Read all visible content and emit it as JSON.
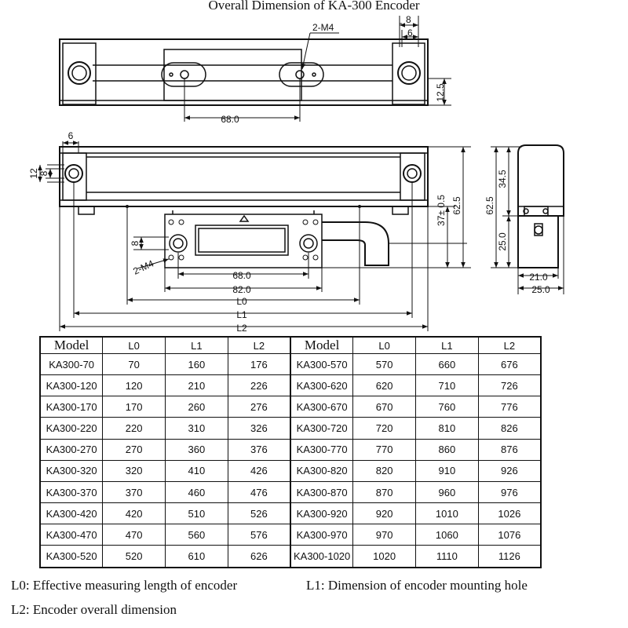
{
  "title": "Overall Dimension of KA-300 Encoder",
  "dimensions": {
    "top_hole": "2-M4",
    "top_w8": "8",
    "top_w6": "6",
    "top_h125": "12.5",
    "top_680": "68.0",
    "front_6": "6",
    "front_12": "12",
    "front_8": "8",
    "front_h8": "8",
    "front_hole": "2-M4",
    "front_680": "68.0",
    "front_820": "82.0",
    "L0": "L0",
    "L1": "L1",
    "L2": "L2",
    "front_37": "37± 0.5",
    "front_625": "62.5",
    "side_625": "62.5",
    "side_345": "34.5",
    "side_250v": "25.0",
    "side_210": "21.0",
    "side_250h": "25.0"
  },
  "table": {
    "headers": [
      "Model",
      "L0",
      "L1",
      "L2"
    ],
    "left_rows": [
      [
        "KA300-70",
        "70",
        "160",
        "176"
      ],
      [
        "KA300-120",
        "120",
        "210",
        "226"
      ],
      [
        "KA300-170",
        "170",
        "260",
        "276"
      ],
      [
        "KA300-220",
        "220",
        "310",
        "326"
      ],
      [
        "KA300-270",
        "270",
        "360",
        "376"
      ],
      [
        "KA300-320",
        "320",
        "410",
        "426"
      ],
      [
        "KA300-370",
        "370",
        "460",
        "476"
      ],
      [
        "KA300-420",
        "420",
        "510",
        "526"
      ],
      [
        "KA300-470",
        "470",
        "560",
        "576"
      ],
      [
        "KA300-520",
        "520",
        "610",
        "626"
      ]
    ],
    "right_rows": [
      [
        "KA300-570",
        "570",
        "660",
        "676"
      ],
      [
        "KA300-620",
        "620",
        "710",
        "726"
      ],
      [
        "KA300-670",
        "670",
        "760",
        "776"
      ],
      [
        "KA300-720",
        "720",
        "810",
        "826"
      ],
      [
        "KA300-770",
        "770",
        "860",
        "876"
      ],
      [
        "KA300-820",
        "820",
        "910",
        "926"
      ],
      [
        "KA300-870",
        "870",
        "960",
        "976"
      ],
      [
        "KA300-920",
        "920",
        "1010",
        "1026"
      ],
      [
        "KA300-970",
        "970",
        "1060",
        "1076"
      ],
      [
        "KA300-1020",
        "1020",
        "1110",
        "1126"
      ]
    ]
  },
  "legend": {
    "l0": "L0: Effective measuring length of encoder",
    "l1": "L1: Dimension of encoder mounting hole",
    "l2": "L2: Encoder overall dimension"
  }
}
